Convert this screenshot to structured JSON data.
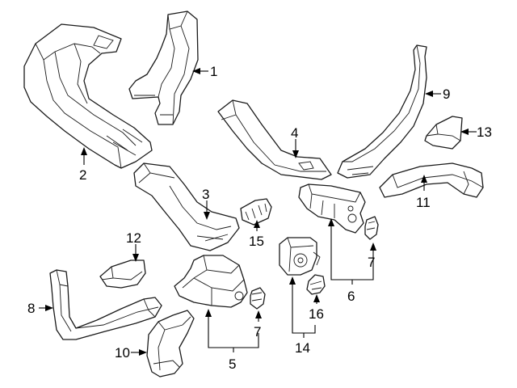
{
  "diagram": {
    "callouts": [
      "1",
      "2",
      "3",
      "4",
      "5",
      "6",
      "7",
      "8",
      "9",
      "10",
      "11",
      "12",
      "13",
      "14",
      "15",
      "16"
    ],
    "callouts_7": [
      "7",
      "7"
    ]
  }
}
